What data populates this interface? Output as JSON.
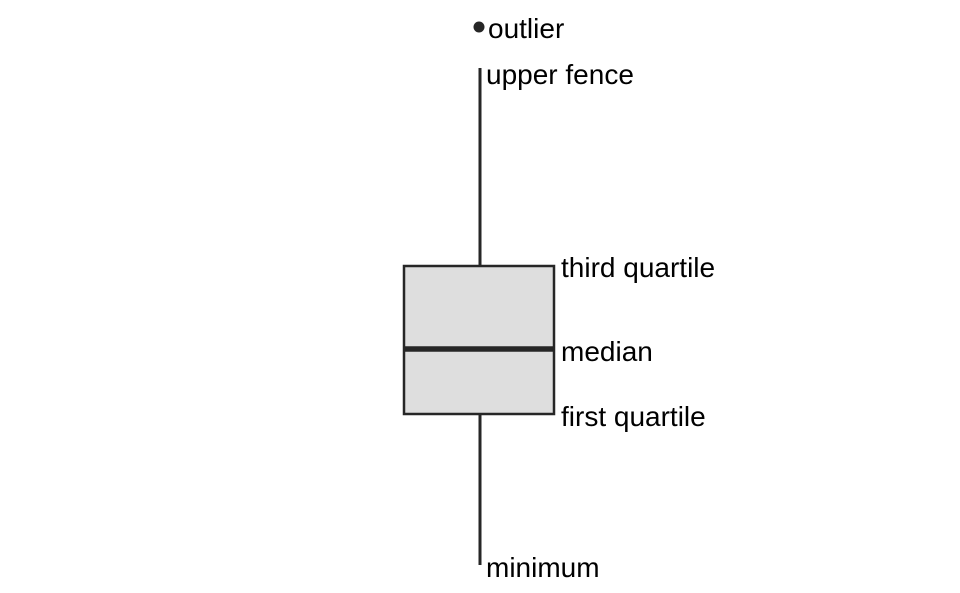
{
  "diagram": {
    "labels": {
      "outlier": "outlier",
      "upper_fence": "upper fence",
      "third_quartile": "third quartile",
      "median": "median",
      "first_quartile": "first quartile",
      "minimum": "minimum"
    },
    "colors": {
      "box_fill": "#dedede",
      "stroke": "#262626",
      "text": "#000000"
    }
  }
}
